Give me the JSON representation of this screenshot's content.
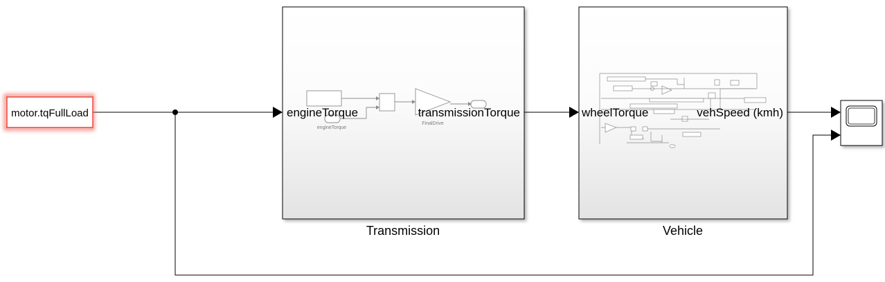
{
  "blocks": {
    "source": {
      "label": "motor.tqFullLoad"
    },
    "transmission": {
      "name": "Transmission",
      "in_port": "engineTorque",
      "out_port": "transmissionTorque",
      "inner_goto_tag": "engineTorque",
      "inner_gain_label": "FinalDrive"
    },
    "vehicle": {
      "name": "Vehicle",
      "in_port": "wheelTorque",
      "out_port": "vehSpeed (kmh)"
    },
    "scope": {
      "icon": "scope-icon"
    }
  },
  "colors": {
    "line": "#000000",
    "highlight": "#e8473f",
    "inner": "#8c8c8c",
    "subsystem_gradient_bottom": "#e3e3e3"
  }
}
